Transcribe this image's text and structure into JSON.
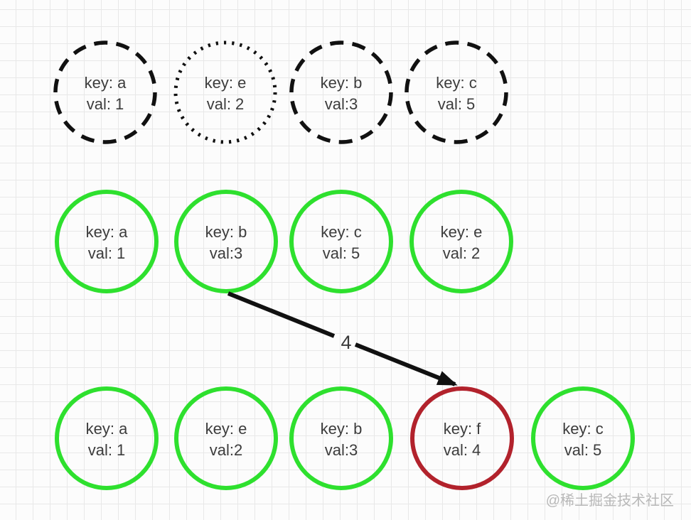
{
  "colors": {
    "node_green": "#2ee02e",
    "node_red": "#b2222c",
    "stroke_black": "#111111",
    "arrow_black": "#111111",
    "node_text": "#3c3c3c",
    "watermark_gray": "#b8b8b8",
    "grid_line": "#e8e8e8"
  },
  "rows": {
    "top": {
      "nodes": [
        {
          "key": "key: a",
          "val": "val: 1",
          "style": "dashed"
        },
        {
          "key": "key: e",
          "val": "val: 2",
          "style": "dotted"
        },
        {
          "key": "key: b",
          "val": "val:3",
          "style": "dashed"
        },
        {
          "key": "key: c",
          "val": "val: 5",
          "style": "dashed"
        }
      ]
    },
    "middle": {
      "nodes": [
        {
          "key": "key: a",
          "val": "val: 1",
          "style": "green"
        },
        {
          "key": "key: b",
          "val": "val:3",
          "style": "green"
        },
        {
          "key": "key: c",
          "val": "val: 5",
          "style": "green"
        },
        {
          "key": "key: e",
          "val": "val: 2",
          "style": "green"
        }
      ]
    },
    "bottom": {
      "nodes": [
        {
          "key": "key: a",
          "val": "val: 1",
          "style": "green"
        },
        {
          "key": "key: e",
          "val": "val:2",
          "style": "green"
        },
        {
          "key": "key: b",
          "val": "val:3",
          "style": "green"
        },
        {
          "key": "key: f",
          "val": "val: 4",
          "style": "red"
        },
        {
          "key": "key: c",
          "val": "val: 5",
          "style": "green"
        }
      ]
    }
  },
  "arrow": {
    "label": "4"
  },
  "watermark": {
    "text": "@稀土掘金技术社区"
  }
}
